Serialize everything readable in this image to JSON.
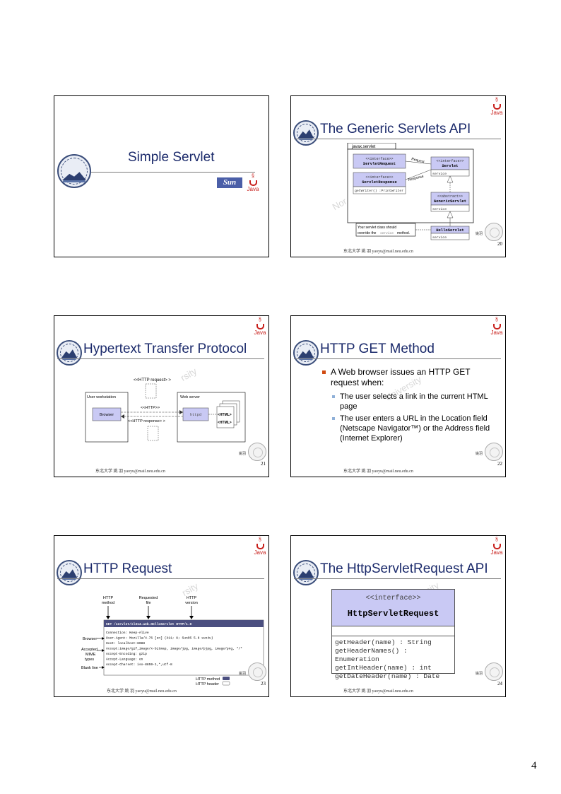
{
  "page_number": "4",
  "footer": "东北大学 姚 羽 yaoyu@mail.neu.edu.cn",
  "java_label": "Java",
  "sun_label": "Sun",
  "seal_text": "姚羽",
  "slides": {
    "s1": {
      "title": "Simple Servlet"
    },
    "s2": {
      "title": "The Generic Servlets API",
      "page": "20",
      "watermark": "Nor",
      "package": "javax.servlet",
      "req_stereo": "<<interface>>",
      "req_name": "ServletRequest",
      "resp_stereo": "<<interface>>",
      "resp_name": "ServletResponse",
      "resp_method": "getWriter() :PrintWriter",
      "servlet_stereo": "<<interface>>",
      "servlet_name": "Servlet",
      "servlet_method": "service",
      "generic_stereo": "<<abstract>>",
      "generic_name": "GenericServlet",
      "generic_method": "service",
      "request_label": "Request",
      "response_label": "Response",
      "note_line1": "Your servlet class should",
      "note_line2a": "override the",
      "note_code": "service",
      "note_line2b": "method.",
      "hello_name": "HelloServlet",
      "hello_method": "service"
    },
    "s3": {
      "title": "Hypertext Transfer Protocol",
      "page": "21",
      "watermark": "rsity",
      "http_request": "<<HTTP request> >",
      "user_ws": "User workstation",
      "browser": "Browser",
      "web_server": "Web server",
      "http": "<<HTTP>>",
      "http_response": "<<HTTP response> >",
      "httpd": "httpd",
      "html": "<HTML>"
    },
    "s4": {
      "title": "HTTP GET Method",
      "page": "22",
      "watermark": "University",
      "b1": "A Web browser issues an HTTP GET request when:",
      "b2": "The user selects a link in the current HTML page",
      "b3": "The user enters a URL in the Location field (Netscape Navigator™) or the Address field (Internet Explorer)"
    },
    "s5": {
      "title": "HTTP Request",
      "page": "23",
      "watermark": "rsity",
      "top_http_method": [
        "HTTP",
        "method"
      ],
      "top_requested_file": [
        "Requested",
        "file"
      ],
      "top_http_version": [
        "HTTP",
        "version"
      ],
      "request_line": "GET /servlet/sl314.web.HelloServlet HTTP/1.0",
      "headers": [
        "Connection: Keep-Alive",
        "User-Agent: Mozilla/4.76 [en] (X11; U; SunOS 5.8 sun4u)",
        "Host: localhost:8088",
        "Accept:image/gif,image/x-bitmap, image/jpg, image/pjpg, image/png, */*",
        "Accept-Encoding: gzip",
        "Accept-Language: en",
        "Accept-Charset: iso-8859-1,*,utf-8"
      ],
      "left_browser": "Browser",
      "left_mime": [
        "Accepted",
        "MIME",
        "types"
      ],
      "left_blank": "Blank line",
      "legend_method": "HTTP method",
      "legend_header": "HTTP header"
    },
    "s6": {
      "title": "The HttpServletRequest API",
      "page": "24",
      "watermark": "sity",
      "stereo": "<<interface>>",
      "name": "HttpServletRequest",
      "methods": [
        "getHeader(name) : String",
        "getHeaderNames() : Enumeration",
        "getIntHeader(name) : int",
        "getDateHeader(name) : Date"
      ]
    }
  }
}
